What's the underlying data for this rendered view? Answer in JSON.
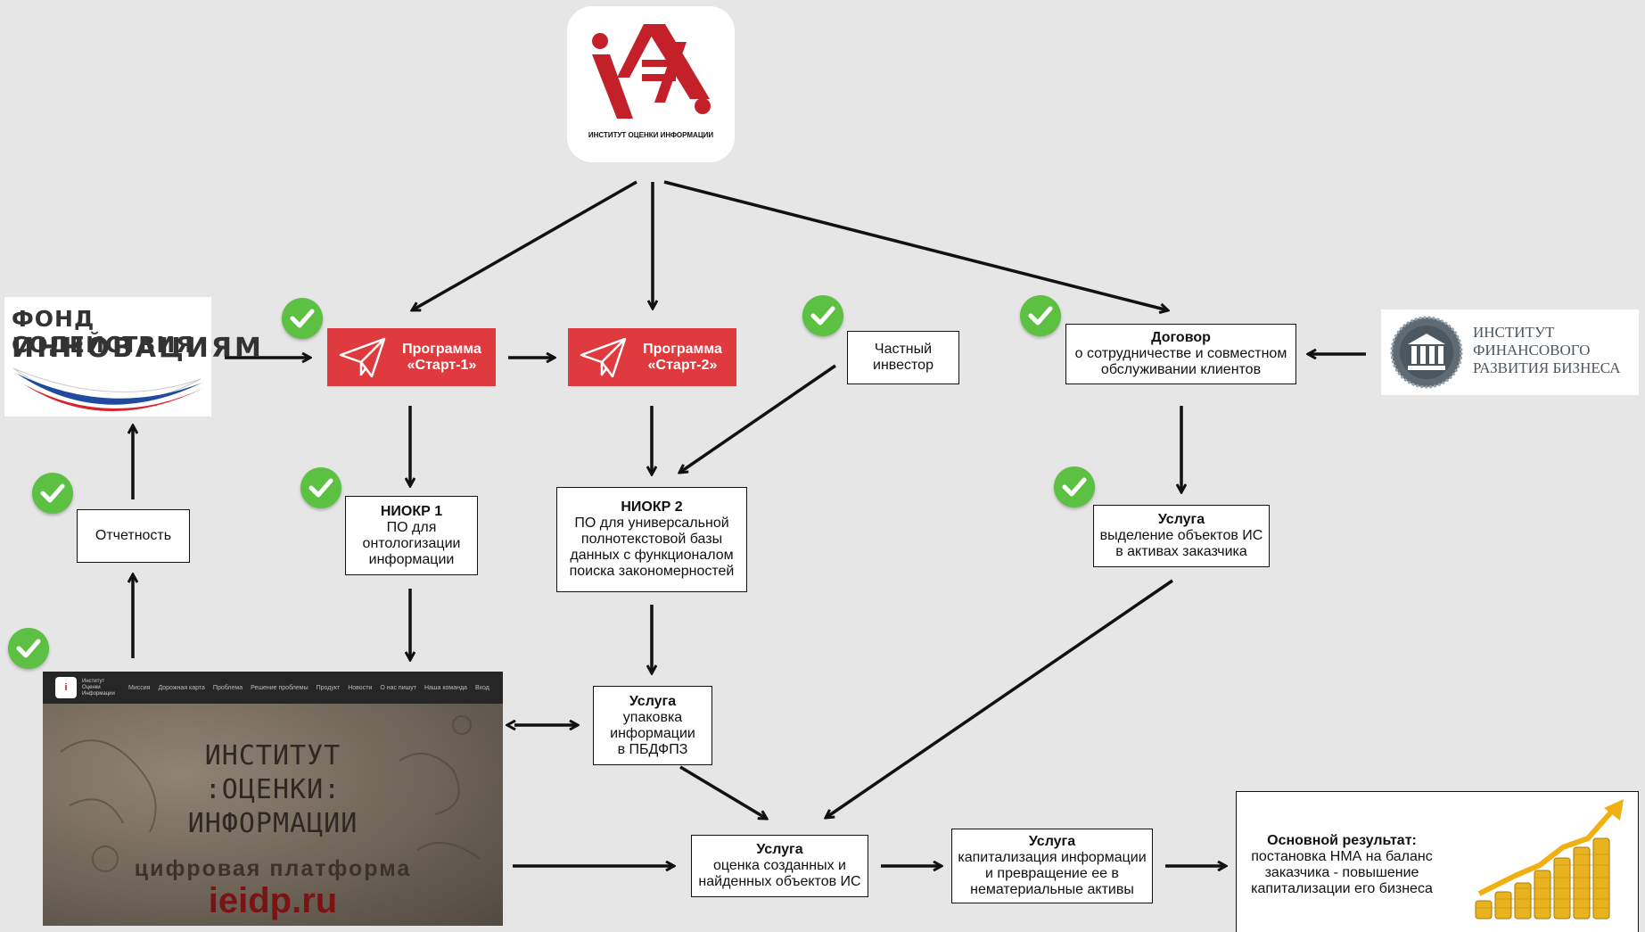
{
  "ieo_logo": {
    "caption": "ИНСТИТУТ ОЦЕНКИ ИНФОРМАЦИИ"
  },
  "fund_logo": {
    "line1": "ФОНД СОДЕЙСТВИЯ",
    "line2": "ИННОВАЦИЯМ"
  },
  "ifrb_logo": {
    "line1": "ИНСТИТУТ",
    "line2": "ФИНАНСОВОГО",
    "line3": "РАЗВИТИЯ БИЗНЕСА"
  },
  "programs": {
    "start1": {
      "line1": "Программа",
      "line2": "«Старт-1»"
    },
    "start2": {
      "line1": "Программа",
      "line2": "«Старт-2»"
    }
  },
  "investor": {
    "line1": "Частный",
    "line2": "инвестор"
  },
  "contract": {
    "title": "Договор",
    "line1": "о сотрудничестве и совместном",
    "line2": "обслуживании клиентов"
  },
  "report": {
    "label": "Отчетность"
  },
  "niokr1": {
    "title": "НИОКР 1",
    "line1": "ПО для",
    "line2": "онтологизации",
    "line3": "информации"
  },
  "niokr2": {
    "title": "НИОКР 2",
    "line1": "ПО для универсальной",
    "line2": "полнотекстовой базы",
    "line3": "данных с функционалом",
    "line4": "поиска закономерностей"
  },
  "service_ip": {
    "title": "Услуга",
    "line1": "выделение объектов ИС",
    "line2": "в активах заказчика"
  },
  "service_pack": {
    "title": "Услуга",
    "line1": "упаковка",
    "line2": "информации",
    "line3": "в ПБДФПЗ"
  },
  "service_eval": {
    "title": "Услуга",
    "line1": "оценка созданных и",
    "line2": "найденных объектов ИС"
  },
  "service_cap": {
    "title": "Услуга",
    "line1": "капитализация информации",
    "line2": "и превращение ее в",
    "line3": "нематериальные активы"
  },
  "result": {
    "title": "Основной результат:",
    "line1": "постановка НМА на баланс",
    "line2": "заказчика - повышение",
    "line3": "капитализации его бизнеса"
  },
  "website": {
    "brand_line1": "Институт",
    "brand_line2": "Оценки",
    "brand_line3": "Информации",
    "nav": [
      "Миссия",
      "Дорожная карта",
      "Проблема",
      "Решение проблемы",
      "Продукт",
      "Новости",
      "О нас пишут",
      "Наша команда",
      "Вход"
    ],
    "hero_line1": "ИНСТИТУТ",
    "hero_line2": ":ОЦЕНКИ:",
    "hero_line3": "ИНФОРМАЦИИ",
    "subtitle": "цифровая платформа",
    "domain": "ieidp.ru"
  },
  "colors": {
    "accent_red": "#df3b3f",
    "check_green": "#5cc043",
    "background": "#e6e6e6",
    "coin_gold": "#e9b320"
  },
  "icons": [
    "paper-plane-icon",
    "check-icon",
    "columns-icon",
    "coins-chart-icon"
  ]
}
